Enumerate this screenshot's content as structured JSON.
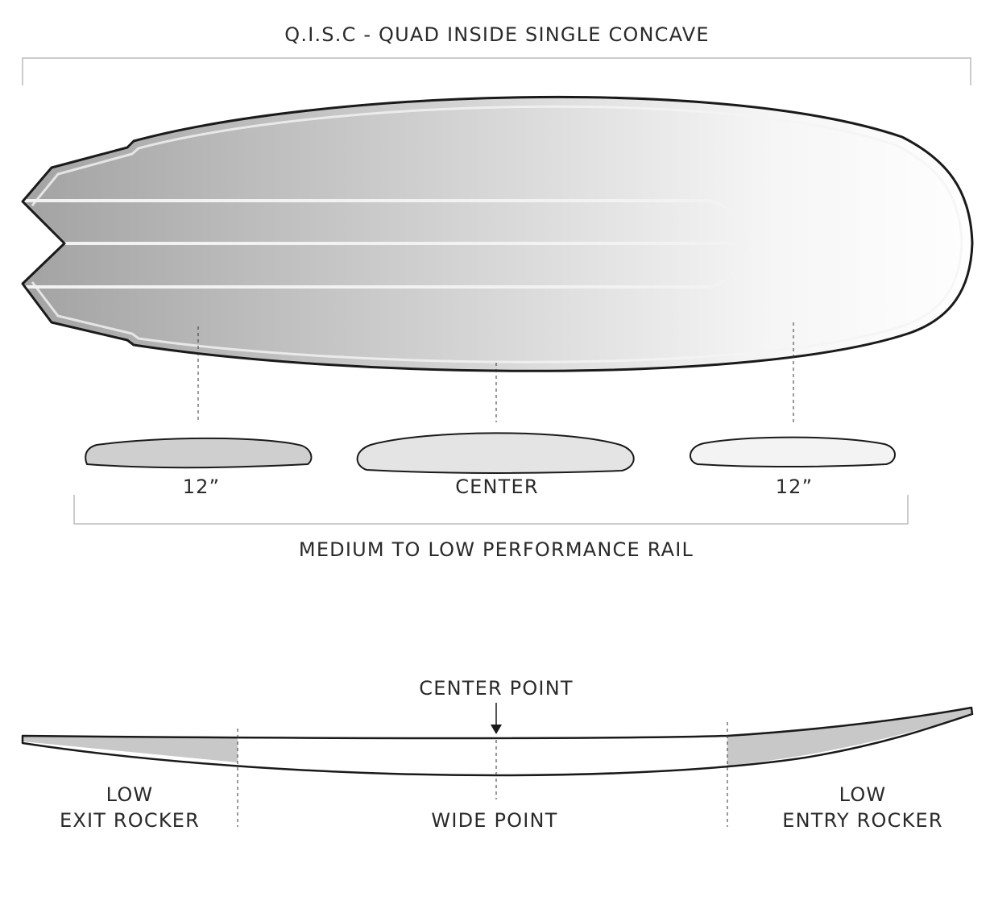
{
  "title": "Q.I.S.C - QUAD INSIDE SINGLE CONCAVE",
  "rail_sections": [
    {
      "label": "12”"
    },
    {
      "label": "CENTER"
    },
    {
      "label": "12”"
    }
  ],
  "rail_caption": "MEDIUM TO LOW PERFORMANCE RAIL",
  "rocker": {
    "center_point_label": "CENTER POINT",
    "exit_label_line1": "LOW",
    "exit_label_line2": "EXIT ROCKER",
    "wide_point_label": "WIDE POINT",
    "entry_label_line1": "LOW",
    "entry_label_line2": "ENTRY ROCKER"
  },
  "colors": {
    "outline": "#1a1a1a",
    "guide_line": "#bbbbbb",
    "tail_shade": "#a0a0a0",
    "nose_shade": "#ffffff",
    "rocker_fill": "#c8c8c8",
    "rail_fill_12": "#cfcfcf",
    "rail_fill_center": "#e4e4e4",
    "rail_fill_nose": "#f3f3f3"
  }
}
